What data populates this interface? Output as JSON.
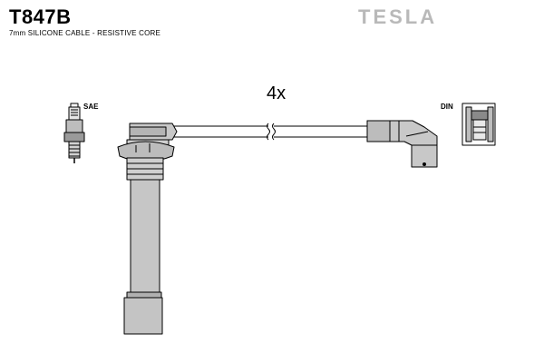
{
  "header": {
    "part_number": "T847B",
    "description": "7mm SILICONE CABLE - RESISTIVE CORE",
    "brand": "TESLA"
  },
  "diagram": {
    "quantity": "4x",
    "left_connector_label": "SAE",
    "right_connector_label": "DIN"
  },
  "colors": {
    "line": "#000000",
    "fill": "#c8c8c8",
    "brand": "#b9b9b9"
  }
}
